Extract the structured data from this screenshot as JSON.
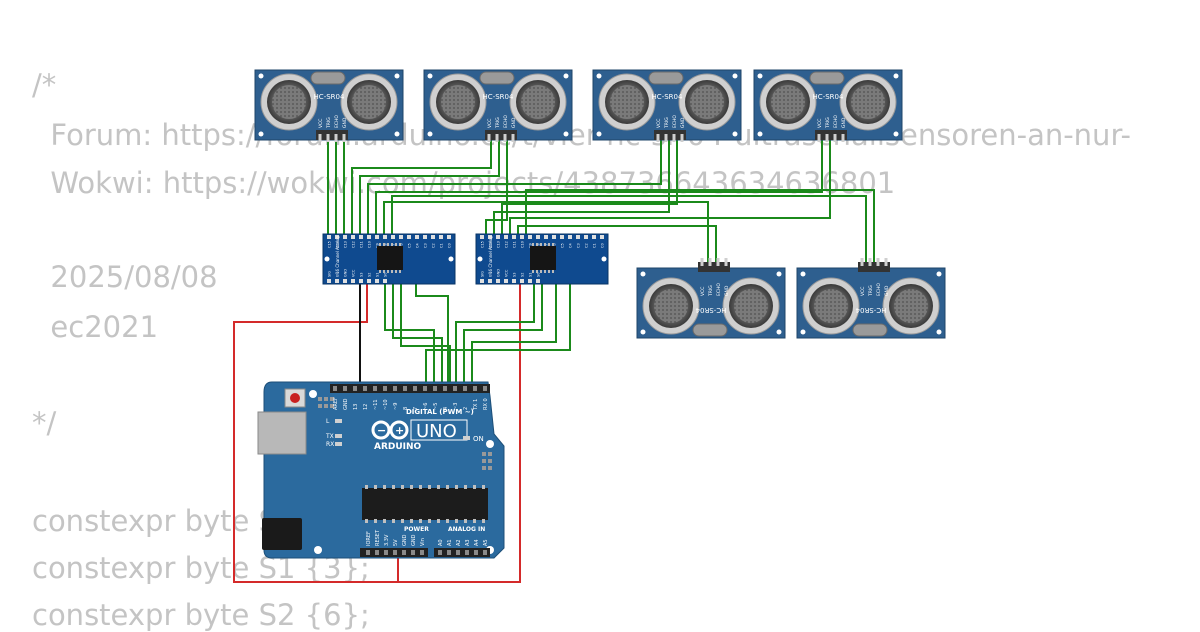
{
  "code_lines": [
    "/*",
    "  Forum: https://forum.arduino.cc/t/vier-hc-sr-04-ultraschallsensoren-an-nur-",
    "  Wokwi: https://wokwi.com/projects/438736643634636801",
    "",
    "  2025/08/08",
    "  ec2021",
    "",
    "*/",
    "",
    "constexpr byte S0 {2};",
    "constexpr byte S1 {3};",
    "constexpr byte S2 {6};"
  ],
  "sensor": {
    "model": "HC-SR04",
    "pins": [
      "VCC",
      "TRIG",
      "ECHO",
      "GND"
    ]
  },
  "mux": {
    "label": "16 Channel Analog",
    "pins_top": [
      "C15",
      "C14",
      "C13",
      "C12",
      "C11",
      "C10",
      "C9",
      "C8",
      "C7",
      "C6",
      "C5",
      "C4",
      "C3",
      "C2",
      "C1",
      "C0"
    ],
    "pins_bottom": [
      "SIG",
      "EN",
      "GND",
      "VCC",
      "S3",
      "S2",
      "S1",
      "S0"
    ]
  },
  "arduino": {
    "name": "UNO",
    "brand": "ARDUINO",
    "on_label": "ON",
    "digital_header": "DIGITAL (PWM ~)",
    "digital_pins": [
      "AREF",
      "GND",
      "13",
      "12",
      "~11",
      "~10",
      "~9",
      "8",
      "7",
      "~6",
      "~5",
      "4",
      "~3",
      "2",
      "TX 1",
      "RX 0"
    ],
    "power_header": "POWER",
    "power_pins": [
      "IOREF",
      "RESET",
      "3.3V",
      "5V",
      "GND",
      "GND",
      "Vin"
    ],
    "analog_header": "ANALOG IN",
    "analog_pins": [
      "A0",
      "A1",
      "A2",
      "A3",
      "A4",
      "A5"
    ],
    "leds": [
      "L",
      "TX",
      "RX"
    ]
  },
  "colors": {
    "board": "#2b6a9e",
    "mux": "#0f4a8f",
    "sensor": "#2e5f8f",
    "wire_signal": "#1b8a1b",
    "wire_power": "#d42a2a",
    "wire_ground": "#111111"
  }
}
